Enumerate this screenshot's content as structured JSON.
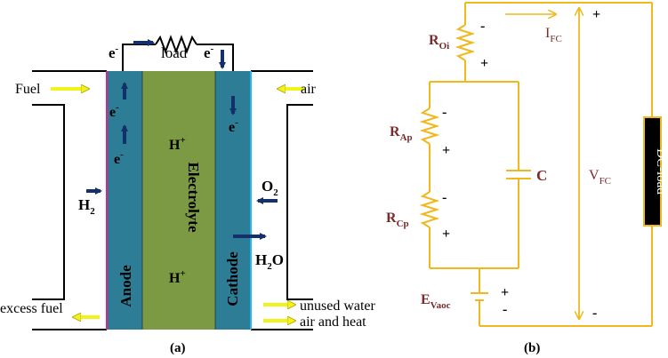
{
  "panel_a": {
    "caption": "(a)",
    "labels": {
      "e_load_left": "e",
      "e_load_right": "e",
      "e_sup": "-",
      "load": "load",
      "fuel": "Fuel",
      "air": "air",
      "h2": "H",
      "h2_sub": "2",
      "o2": "O",
      "o2_sub": "2",
      "h2o": "H",
      "h2o_sub": "2",
      "h2o_tail": "O",
      "excess_fuel": "excess fuel",
      "unused_water": "unused water",
      "air_and_heat": "air and heat",
      "anode": "Anode",
      "cathode": "Cathode",
      "electrolyte": "Electrolyte",
      "h_plus": "H",
      "plus": "+",
      "e_anode": "e",
      "e_cathode": "e"
    },
    "colors": {
      "anode": "#2e7d96",
      "electrolyte": "#7c9a43",
      "cathode": "#2e7d96",
      "anode_edge": "#e0208c",
      "cathode_edge": "#27b4f0",
      "arrow_dark": "#14306b",
      "arrow_yellow": "#f2f21d"
    }
  },
  "panel_b": {
    "caption": "(b)",
    "labels": {
      "r_oi": "R",
      "r_oi_sub": "Oi",
      "r_ap": "R",
      "r_ap_sub": "Ap",
      "r_cp": "R",
      "r_cp_sub": "Cp",
      "e_vaoc": "E",
      "e_vaoc_sub": "Vaoc",
      "c": "C",
      "i_fc": "I",
      "i_fc_sub": "FC",
      "v_fc": "V",
      "v_fc_sub": "FC",
      "dc_load": "DC-load",
      "plus": "+",
      "minus": "-"
    },
    "colors": {
      "wire": "#f0b81c",
      "label": "#7b2a2a",
      "load_box": "#000000"
    }
  }
}
